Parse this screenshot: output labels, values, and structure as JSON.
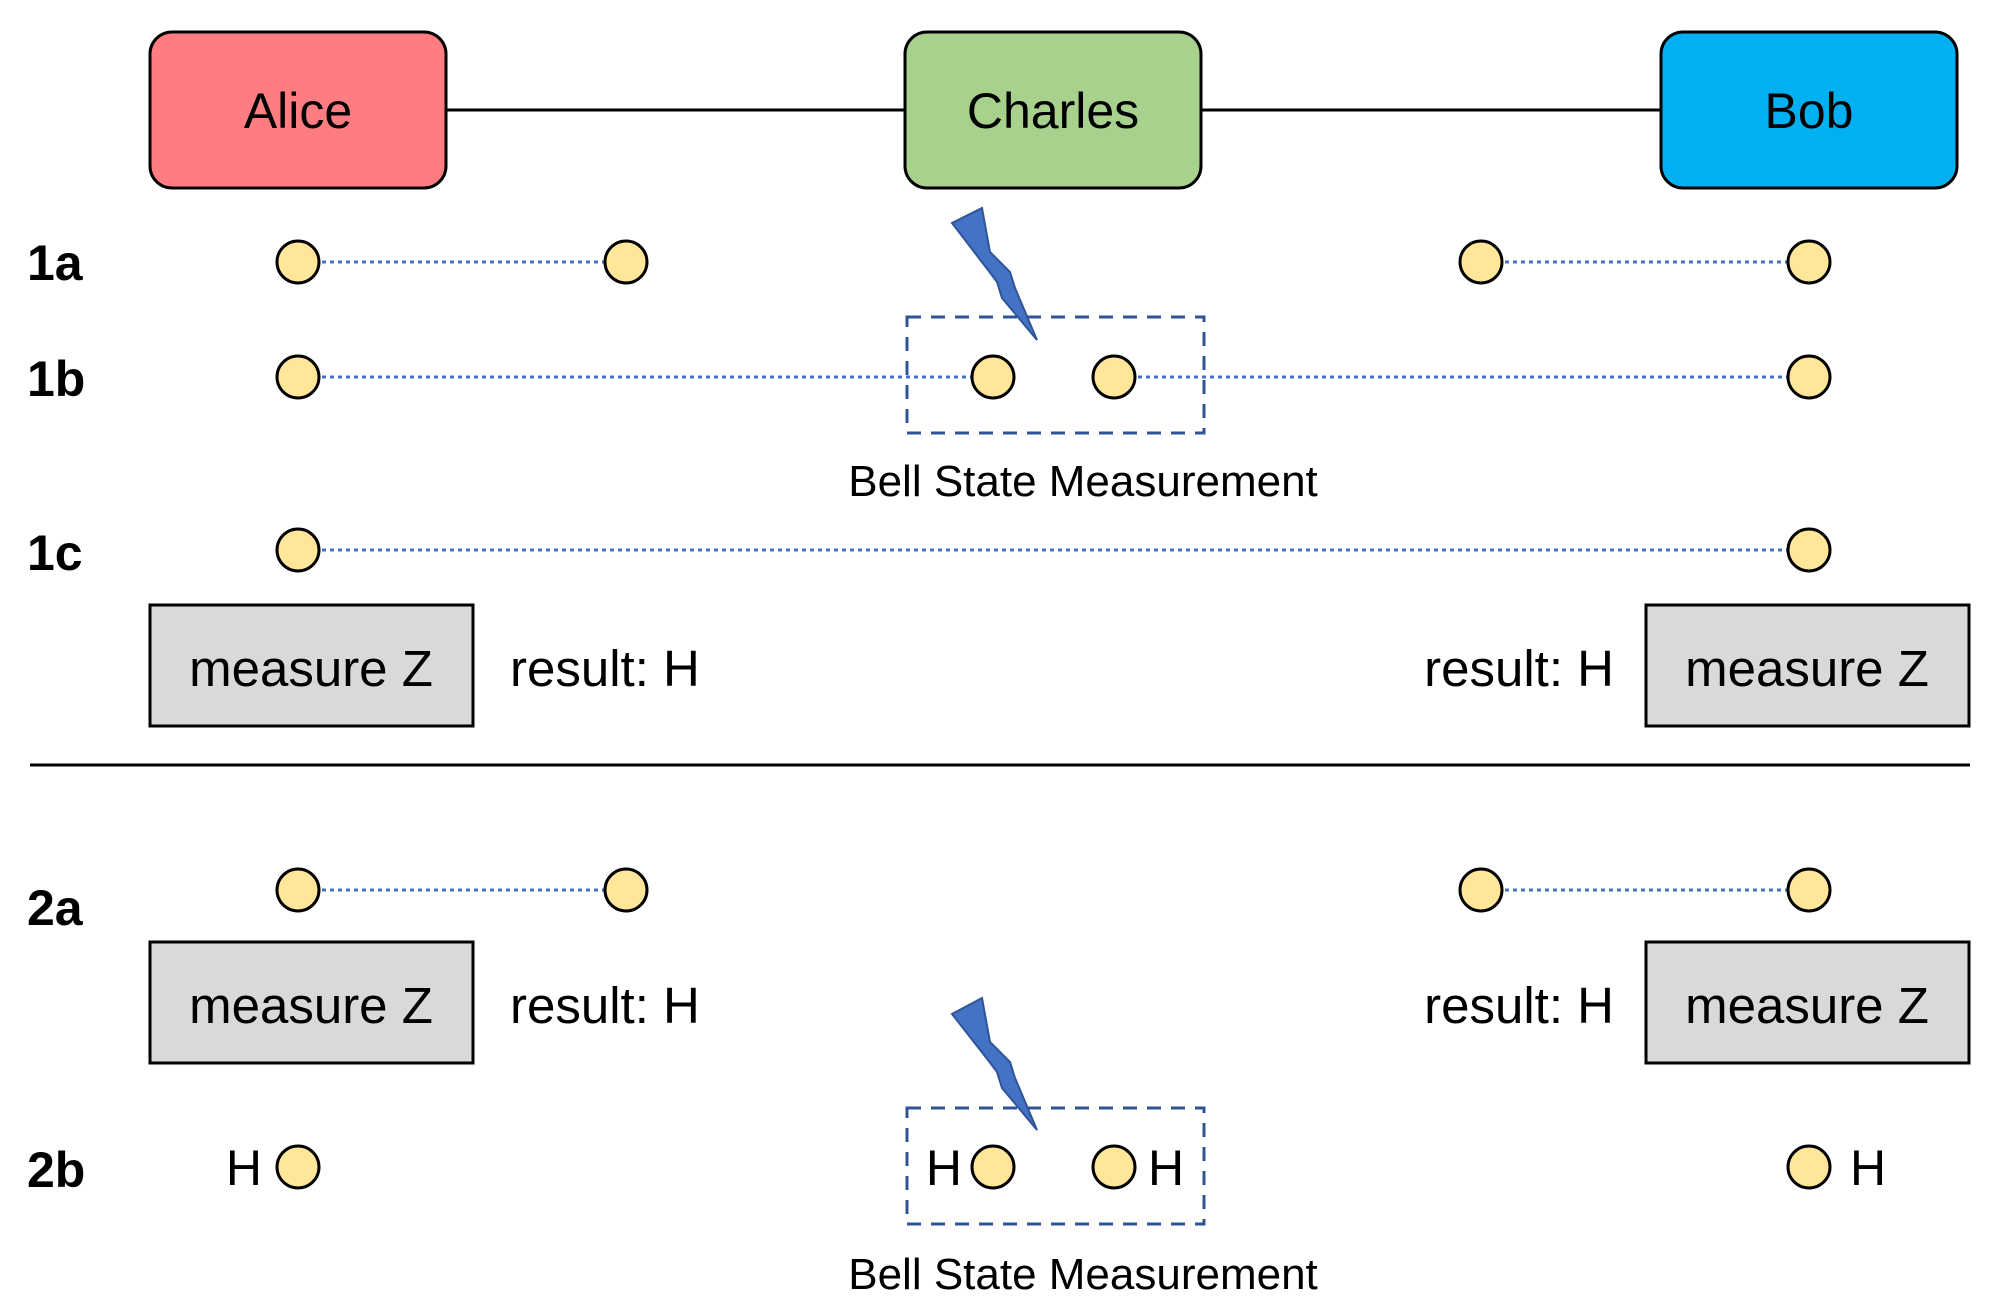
{
  "parties": {
    "alice": {
      "label": "Alice",
      "color": "#FF7C80"
    },
    "charles": {
      "label": "Charles",
      "color": "#A9D18E"
    },
    "bob": {
      "label": "Bob",
      "color": "#00B0F0"
    }
  },
  "rows": {
    "r1a": "1a",
    "r1b": "1b",
    "r1c": "1c",
    "r2a": "2a",
    "r2b": "2b"
  },
  "section1": {
    "alice_op": "measure Z",
    "alice_result": "result: H",
    "bob_op": "measure Z",
    "bob_result": "result: H",
    "bsm_label": "Bell State Measurement"
  },
  "section2": {
    "alice_op": "measure Z",
    "alice_result": "result: H",
    "bob_op": "measure Z",
    "bob_result": "result: H",
    "bsm_label": "Bell State Measurement",
    "qubit_tags": [
      "H",
      "H",
      "H",
      "H"
    ]
  },
  "colors": {
    "qubit_fill": "#FFE699",
    "entangle_line": "#4472C4",
    "lightning": "#4472C4",
    "bsm_box": "#2F5597",
    "measure_box": "#D9D9D9"
  },
  "icons": [
    "lightning-bolt-icon",
    "lightning-bolt-icon"
  ]
}
